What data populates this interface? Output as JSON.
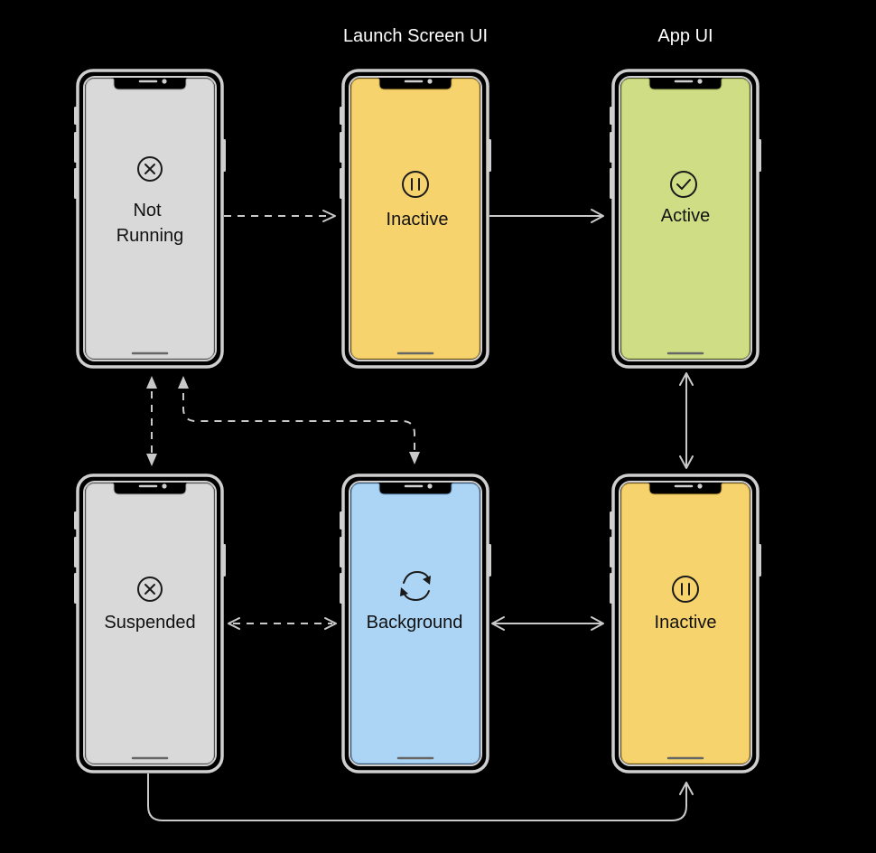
{
  "columns": {
    "launch_screen": "Launch Screen UI",
    "app": "App UI"
  },
  "colors": {
    "not_running": "#d9d9d9",
    "inactive": "#f6d36d",
    "active": "#cfde84",
    "background": "#acd4f4",
    "suspended": "#d9d9d9"
  },
  "states": {
    "not_running": {
      "line1": "Not",
      "line2": "Running",
      "icon": "x-circle-icon"
    },
    "inactive_launch": {
      "label": "Inactive",
      "icon": "pause-circle-icon"
    },
    "active": {
      "label": "Active",
      "icon": "checkmark-circle-icon"
    },
    "suspended": {
      "label": "Suspended",
      "icon": "x-circle-icon"
    },
    "background": {
      "label": "Background",
      "icon": "refresh-arrows-icon"
    },
    "inactive_app": {
      "label": "Inactive",
      "icon": "pause-circle-icon"
    }
  }
}
